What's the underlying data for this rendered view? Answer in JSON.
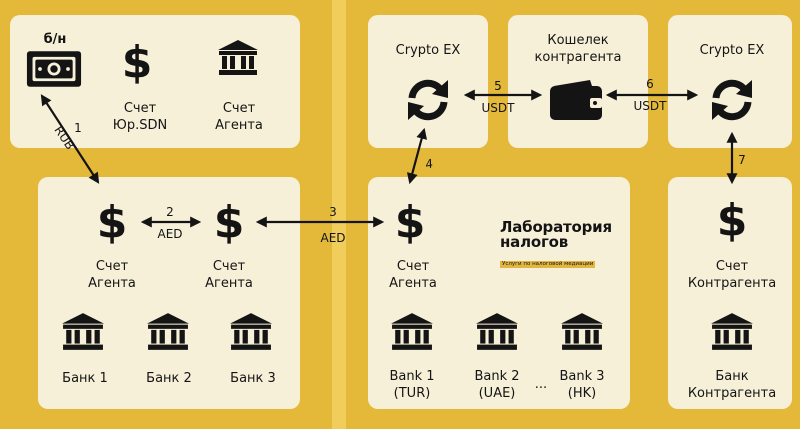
{
  "top_left": {
    "cash_label": "б/н",
    "account_sdn": "Счет\nЮр.SDN",
    "account_agent": "Счет\nАгента"
  },
  "bottom_left": {
    "account_agent_1": "Счет\nАгента",
    "account_agent_2": "Счет\nАгента",
    "bank_1": "Банк 1",
    "bank_2": "Банк 2",
    "bank_3": "Банк 3"
  },
  "top_right": {
    "exchange_1": "Crypto EX",
    "wallet": "Кошелек\nконтрагента",
    "exchange_2": "Crypto EX"
  },
  "bottom_middle": {
    "account_agent": "Счет\nАгента",
    "bank_1": "Bank 1\n(TUR)",
    "bank_2": "Bank 2\n(UAE)",
    "ellipsis": "...",
    "bank_3": "Bank 3\n(HK)"
  },
  "bottom_right": {
    "account_counterparty": "Счет\nКонтрагента",
    "bank_counterparty": "Банк\nКонтрагента"
  },
  "brand": {
    "title": "Лаборатория\nналогов",
    "subtitle": "Услуги по налоговой медиации"
  },
  "flows": [
    {
      "num": "1",
      "currency": "RUB"
    },
    {
      "num": "2",
      "currency": "AED"
    },
    {
      "num": "3",
      "currency": "AED"
    },
    {
      "num": "4",
      "currency": ""
    },
    {
      "num": "5",
      "currency": "USDT"
    },
    {
      "num": "6",
      "currency": "USDT"
    },
    {
      "num": "7",
      "currency": ""
    }
  ],
  "icons": {
    "account": "dollar-icon",
    "bank": "bank-icon",
    "exchange": "exchange-cycle-icon",
    "wallet": "wallet-icon",
    "cash": "cash-icon"
  }
}
